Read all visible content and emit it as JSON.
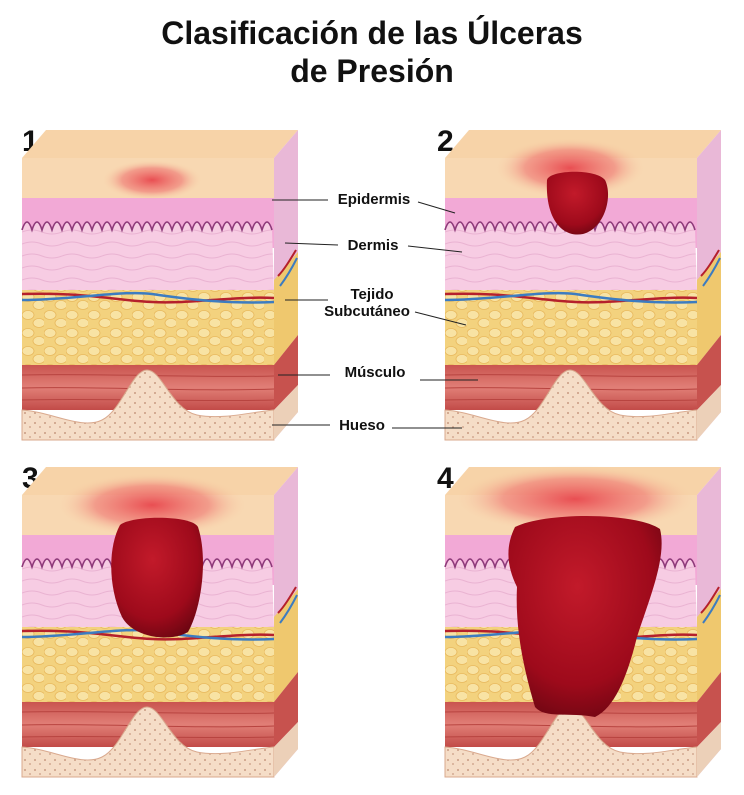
{
  "title": {
    "line1": "Clasificación de las Úlceras",
    "line2": "de Presión"
  },
  "stages": [
    "1",
    "2",
    "3",
    "4"
  ],
  "layers": {
    "epidermis": "Epidermis",
    "dermis": "Dermis",
    "subcutaneo_1": "Tejido",
    "subcutaneo_2": "Subcutáneo",
    "musculo": "Músculo",
    "hueso": "Hueso"
  },
  "colors": {
    "skin_top": "#f7d3a8",
    "epidermis": "#f2a9d6",
    "dermis": "#f7cce3",
    "fat": "#f3d27e",
    "muscle": "#d9625e",
    "bone": "#f5ddc7",
    "ulcer": "#a3091a",
    "redness": "#e8474d"
  }
}
